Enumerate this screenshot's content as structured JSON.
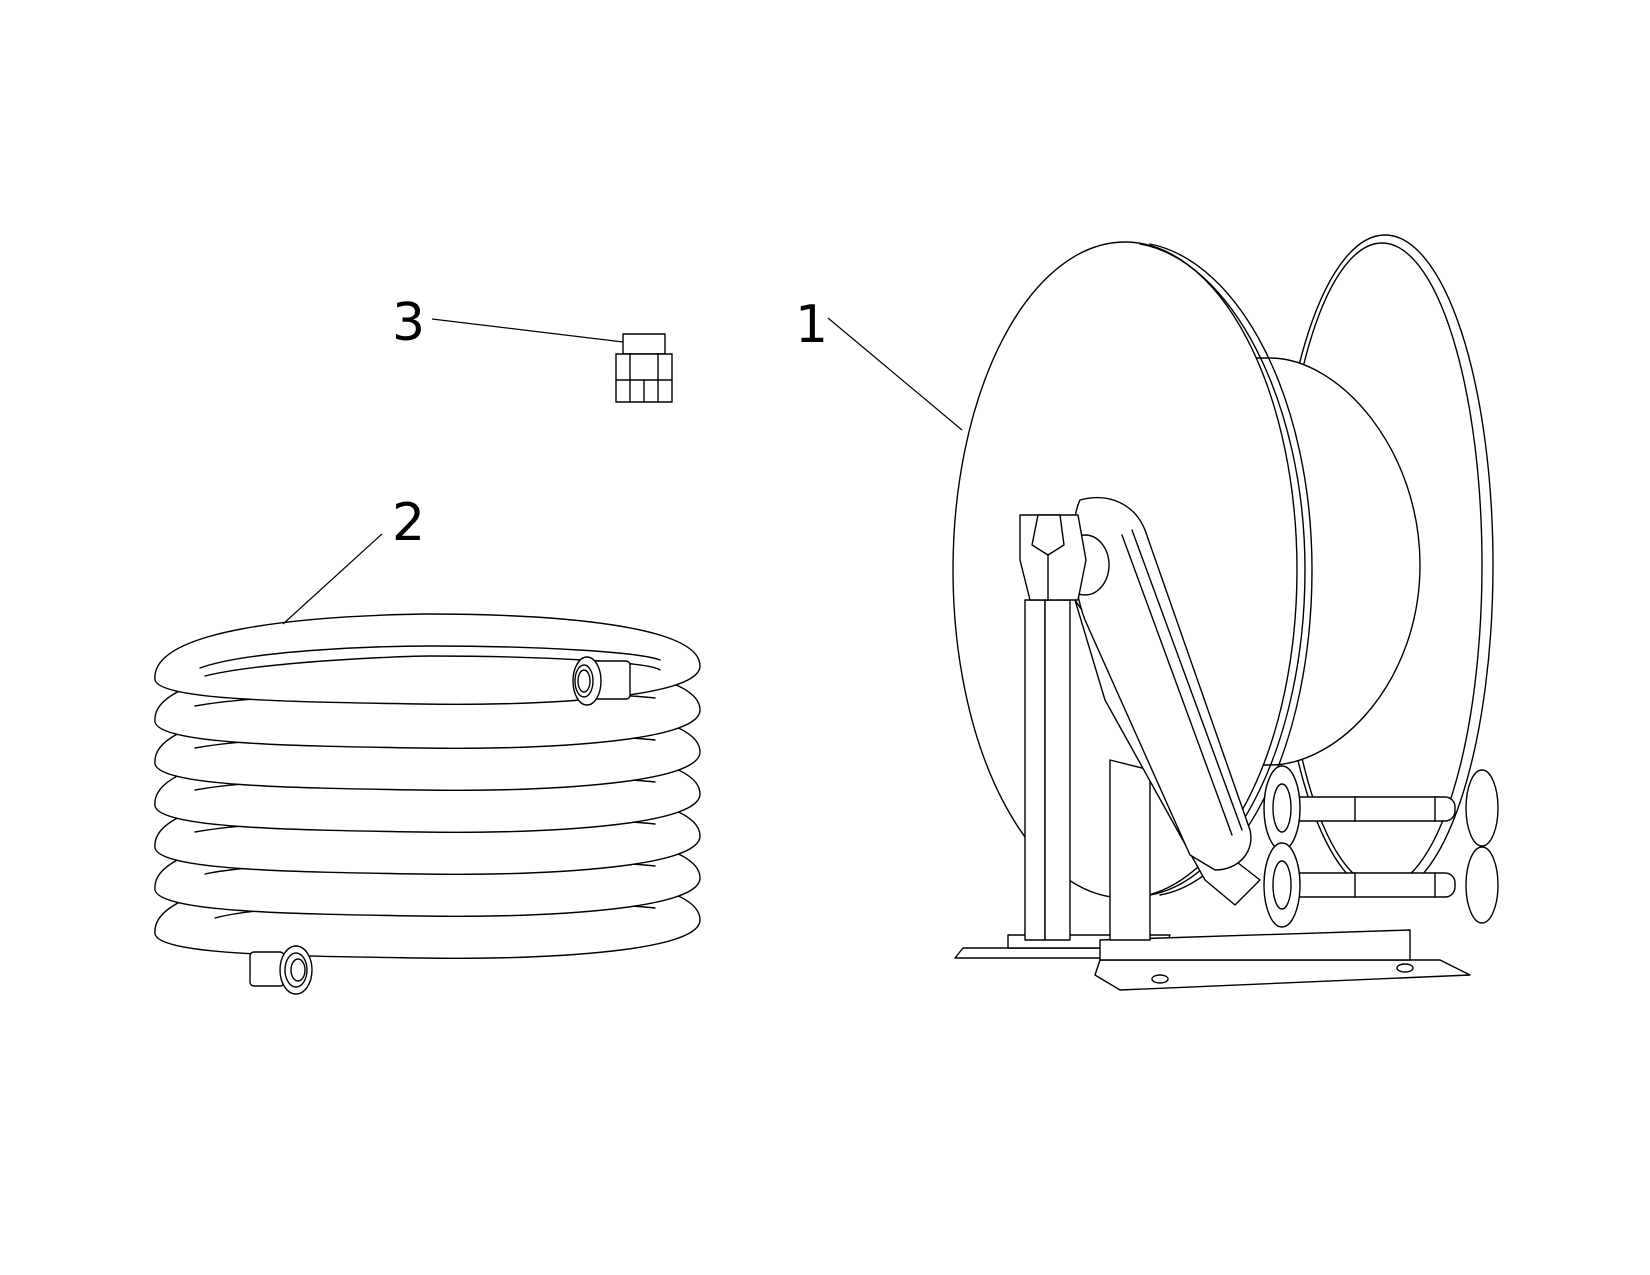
{
  "callouts": [
    {
      "label": "1",
      "part": "hose-reel"
    },
    {
      "label": "2",
      "part": "coiled-hose"
    },
    {
      "label": "3",
      "part": "fitting"
    }
  ],
  "colors": {
    "line": "#000000",
    "background": "#ffffff"
  }
}
